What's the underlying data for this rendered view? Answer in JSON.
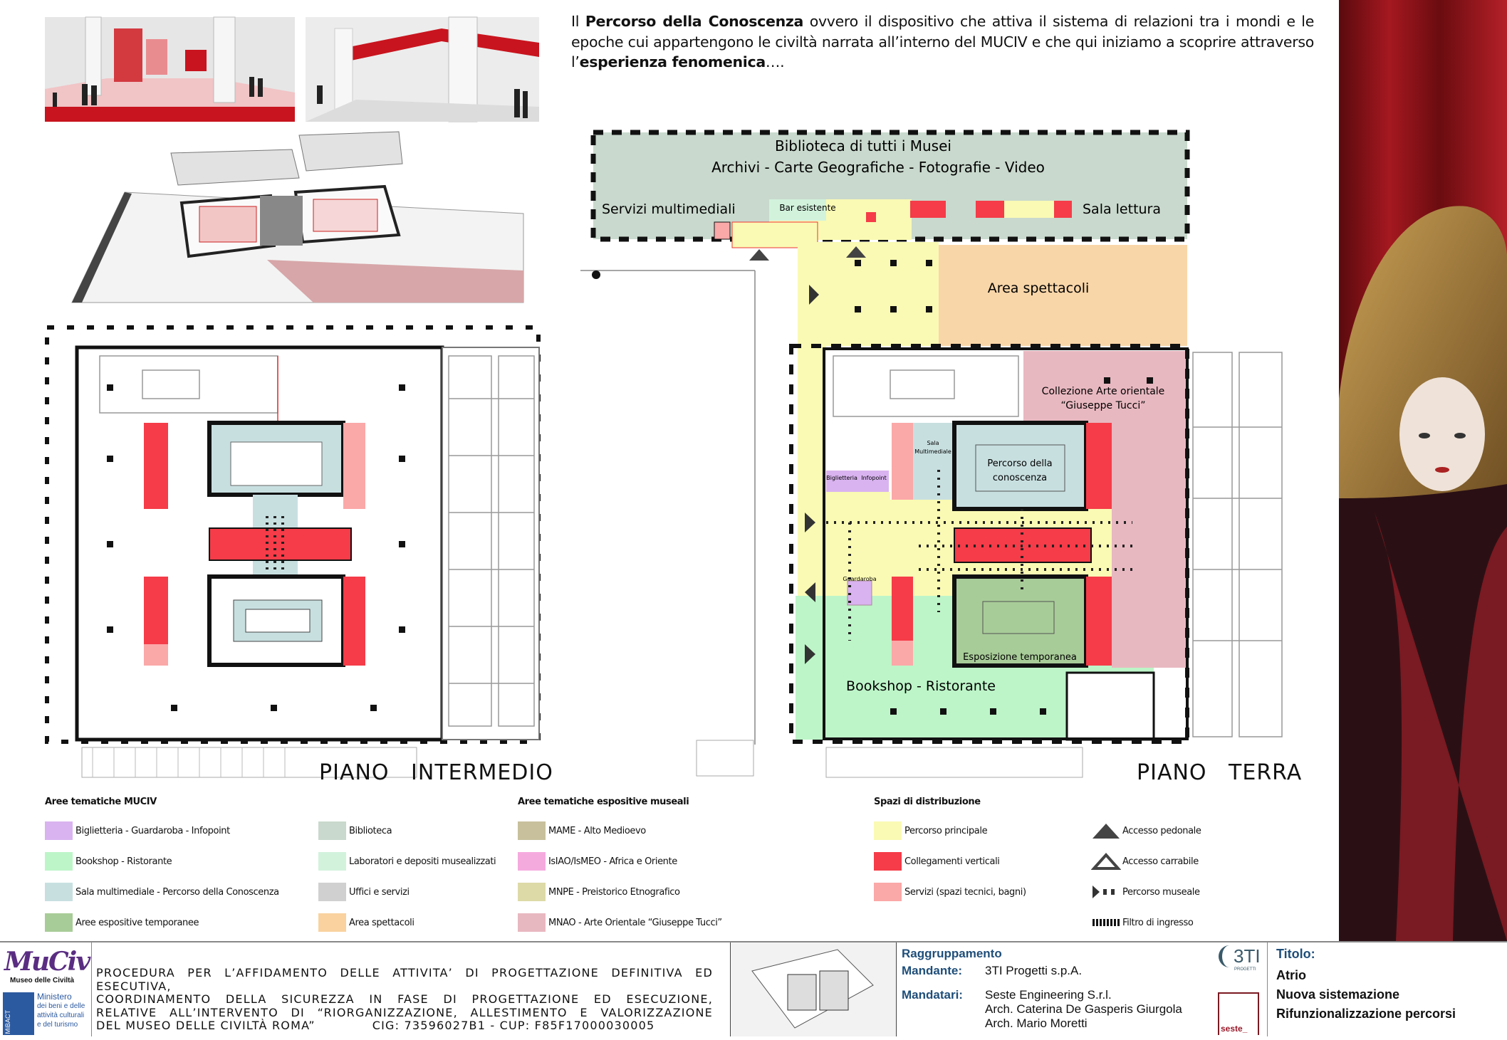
{
  "intro": {
    "p1": "Il ",
    "b1": "Percorso della Conoscenza",
    "p2": " ovvero il dispositivo che attiva il sistema di relazioni tra i mondi e le epoche cui appartengono le civiltà narrata all’interno del MUCIV e che qui iniziamo a scoprire attraverso l’",
    "b2": "esperienza fenomenica",
    "p3": "…."
  },
  "plans": {
    "left_title": "PIANO INTERMEDIO",
    "right_title": "PIANO TERRA",
    "labels": {
      "biblioteca": "Biblioteca di tutti i Musei",
      "archivi": "Archivi - Carte Geografiche - Fotografie - Video",
      "servizi_multimediali": "Servizi multimediali",
      "bar": "Bar esistente",
      "sala_lettura": "Sala lettura",
      "area_spettacoli": "Area spettacoli",
      "collezione_1": "Collezione Arte orientale",
      "collezione_2": "“Giuseppe Tucci”",
      "sala_1": "Sala",
      "sala_2": "Multimediale",
      "biglietteria": "Biglietteria",
      "infopoint": "Infopoint",
      "percorso_1": "Percorso della",
      "percorso_2": "conoscenza",
      "guardaroba": "Guardaroba",
      "esposizione": "Esposizione temporanea",
      "bookshop": "Bookshop - Ristorante"
    }
  },
  "legend": {
    "muciv_title": "Aree tematiche MUCIV",
    "musei_title": "Aree tematiche espositive museali",
    "distrib_title": "Spazi di distribuzione",
    "col1": [
      {
        "label": "Biglietteria - Guardaroba - Infopoint",
        "color": "#d9b3f0"
      },
      {
        "label": "Bookshop - Ristorante",
        "color": "#bdf5c8"
      },
      {
        "label": "Sala multimediale - Percorso della Conoscenza",
        "color": "#c8dfe0"
      },
      {
        "label": "Aree espositive temporanee",
        "color": "#a8cc98"
      }
    ],
    "col2": [
      {
        "label": "Biblioteca",
        "color": "#c9d9cd"
      },
      {
        "label": "Laboratori e depositi musealizzati",
        "color": "#d2f2dc"
      },
      {
        "label": "Uffici e servizi",
        "color": "#d0d0d0"
      },
      {
        "label": "Area spettacoli",
        "color": "#f9d29f"
      }
    ],
    "col3": [
      {
        "label": "MAME - Alto Medioevo",
        "color": "#c8c09c"
      },
      {
        "label": "IsIAO/IsMEO - Africa e Oriente",
        "color": "#f5aade"
      },
      {
        "label": "MNPE - Preistorico Etnografico",
        "color": "#dedaa8"
      },
      {
        "label": "MNAO - Arte Orientale “Giuseppe Tucci”",
        "color": "#e8b8c0"
      }
    ],
    "col4": [
      {
        "label": "Percorso principale",
        "color": "#fafab4"
      },
      {
        "label": "Collegamenti verticali",
        "color": "#f53c48"
      },
      {
        "label": "Servizi (spazi tecnici, bagni)",
        "color": "#fba8a8"
      }
    ],
    "col5": [
      {
        "label": "Accesso pedonale",
        "icon": "filled-triangle-icon"
      },
      {
        "label": "Accesso carrabile",
        "icon": "outline-triangle-icon"
      },
      {
        "label": "Percorso museale",
        "icon": "arrow-dots-icon"
      },
      {
        "label": "Filtro di ingresso",
        "icon": "hatch-icon"
      }
    ]
  },
  "footer": {
    "logo_text": "MuCiv",
    "logo_sub": "Museo delle Civiltà",
    "ministero": [
      "Ministero",
      "dei beni e delle",
      "attività culturali",
      "e del turismo"
    ],
    "mibact": "MiBACT",
    "procedura": [
      "PROCEDURA PER L’AFFIDAMENTO DELLE ATTIVITA’ DI PROGETTAZIONE DEFINITIVA ED ESECUTIVA,",
      "COORDINAMENTO DELLA SICUREZZA IN FASE DI PROGETTAZIONE ED ESECUZIONE,",
      "RELATIVE ALL’INTERVENTO DI “RIORGANIZZAZIONE, ALLESTIMENTO E VALORIZZAZIONE",
      "DEL MUSEO DELLE CIVILTÀ ROMA”"
    ],
    "cig": "CIG: 73596027B1 - CUP: F85F17000030005",
    "raggruppamento": "Raggruppamento",
    "mandante_label": "Mandante:",
    "mandante": "3TI Progetti s.p.A.",
    "mandatari_label": "Mandatari:",
    "mandatari": [
      "Seste Engineering S.r.l.",
      "Arch. Caterina De Gasperis Giurgola",
      "Arch. Mario Moretti"
    ],
    "logo_3ti": "3TI",
    "logo_3ti_sub": "PROGETTI",
    "logo_seste": "seste_",
    "titolo_label": "Titolo:",
    "titolo": [
      "Atrio",
      "Nuova sistemazione",
      "Rifunzionalizzazione percorsi"
    ]
  }
}
